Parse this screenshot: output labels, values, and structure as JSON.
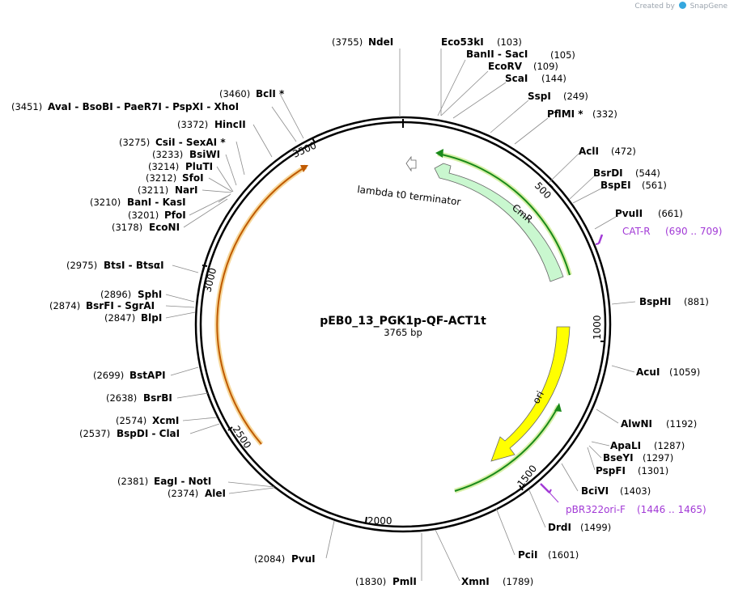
{
  "credit": {
    "prefix": "Created by",
    "brand": "SnapGene"
  },
  "plasmid": {
    "name": "pEB0_13_PGK1p-QF-ACT1t",
    "length_label": "3765 bp",
    "length": 3765
  },
  "ticks": [
    "500",
    "1000",
    "1500",
    "2000",
    "2500",
    "3000",
    "3500"
  ],
  "features": [
    {
      "name": "CmR",
      "color": "#c9f7cf"
    },
    {
      "name": "ori",
      "color": "#ffff00"
    },
    {
      "name": "lambda t0 terminator",
      "color": "#ffffff"
    }
  ],
  "orfs": [
    {
      "name": "orf-green",
      "color": "#1a8a1a"
    },
    {
      "name": "orf-orange",
      "color": "#e88a12"
    }
  ],
  "sites": [
    {
      "enzyme": "NdeI",
      "pos": "(3755)",
      "side": "L"
    },
    {
      "enzyme": "Eco53kI",
      "pos": "(103)",
      "side": "R"
    },
    {
      "enzyme": "BanII  -  SacI",
      "pos": "(105)",
      "side": "R"
    },
    {
      "enzyme": "EcoRV",
      "pos": "(109)",
      "side": "R"
    },
    {
      "enzyme": "ScaI",
      "pos": "(144)",
      "side": "R"
    },
    {
      "enzyme": "SspI",
      "pos": "(249)",
      "side": "R"
    },
    {
      "enzyme": "PflMI *",
      "pos": "(332)",
      "side": "R"
    },
    {
      "enzyme": "AclI",
      "pos": "(472)",
      "side": "R"
    },
    {
      "enzyme": "BsrDI",
      "pos": "(544)",
      "side": "R"
    },
    {
      "enzyme": "BspEI",
      "pos": "(561)",
      "side": "R"
    },
    {
      "enzyme": "PvuII",
      "pos": "(661)",
      "side": "R"
    },
    {
      "enzyme": "BspHI",
      "pos": "(881)",
      "side": "R"
    },
    {
      "enzyme": "AcuI",
      "pos": "(1059)",
      "side": "R"
    },
    {
      "enzyme": "AlwNI",
      "pos": "(1192)",
      "side": "R"
    },
    {
      "enzyme": "ApaLI",
      "pos": "(1287)",
      "side": "R"
    },
    {
      "enzyme": "BseYI",
      "pos": "(1297)",
      "side": "R"
    },
    {
      "enzyme": "PspFI",
      "pos": "(1301)",
      "side": "R"
    },
    {
      "enzyme": "BciVI",
      "pos": "(1403)",
      "side": "R"
    },
    {
      "enzyme": "DrdI",
      "pos": "(1499)",
      "side": "R"
    },
    {
      "enzyme": "PciI",
      "pos": "(1601)",
      "side": "R"
    },
    {
      "enzyme": "XmnI",
      "pos": "(1789)",
      "side": "R"
    },
    {
      "enzyme": "PmlI",
      "pos": "(1830)",
      "side": "L"
    },
    {
      "enzyme": "PvuI",
      "pos": "(2084)",
      "side": "L"
    },
    {
      "enzyme": "AleI",
      "pos": "(2374)",
      "side": "L"
    },
    {
      "enzyme": "EagI  -  NotI",
      "pos": "(2381)",
      "side": "L"
    },
    {
      "enzyme": "BspDI  -  ClaI",
      "pos": "(2537)",
      "side": "L"
    },
    {
      "enzyme": "XcmI",
      "pos": "(2574)",
      "side": "L"
    },
    {
      "enzyme": "BsrBI",
      "pos": "(2638)",
      "side": "L"
    },
    {
      "enzyme": "BstAPI",
      "pos": "(2699)",
      "side": "L"
    },
    {
      "enzyme": "BlpI",
      "pos": "(2847)",
      "side": "L"
    },
    {
      "enzyme": "BsrFI  -  SgrAI",
      "pos": "(2874)",
      "side": "L"
    },
    {
      "enzyme": "SphI",
      "pos": "(2896)",
      "side": "L"
    },
    {
      "enzyme": "BtsI  -  BtsαI",
      "pos": "(2975)",
      "side": "L"
    },
    {
      "enzyme": "EcoNI",
      "pos": "(3178)",
      "side": "L"
    },
    {
      "enzyme": "PfoI",
      "pos": "(3201)",
      "side": "L"
    },
    {
      "enzyme": "BanI  -  KasI",
      "pos": "(3210)",
      "side": "L"
    },
    {
      "enzyme": "NarI",
      "pos": "(3211)",
      "side": "L"
    },
    {
      "enzyme": "SfoI",
      "pos": "(3212)",
      "side": "L"
    },
    {
      "enzyme": "PluTI",
      "pos": "(3214)",
      "side": "L"
    },
    {
      "enzyme": "BsiWI",
      "pos": "(3233)",
      "side": "L"
    },
    {
      "enzyme": "CsiI  -  SexAI *",
      "pos": "(3275)",
      "side": "L"
    },
    {
      "enzyme": "HincII",
      "pos": "(3372)",
      "side": "L"
    },
    {
      "enzyme": "AvaI  -  BsoBI  -  PaeR7I  -  PspXI  -  XhoI",
      "pos": "(3451)",
      "side": "L"
    },
    {
      "enzyme": "BclI *",
      "pos": "(3460)",
      "side": "L"
    }
  ],
  "primers": [
    {
      "name": "CAT-R",
      "range": "(690 .. 709)",
      "color": "#a23ad6"
    },
    {
      "name": "pBR322ori-F",
      "range": "(1446 .. 1465)",
      "color": "#a23ad6"
    }
  ]
}
